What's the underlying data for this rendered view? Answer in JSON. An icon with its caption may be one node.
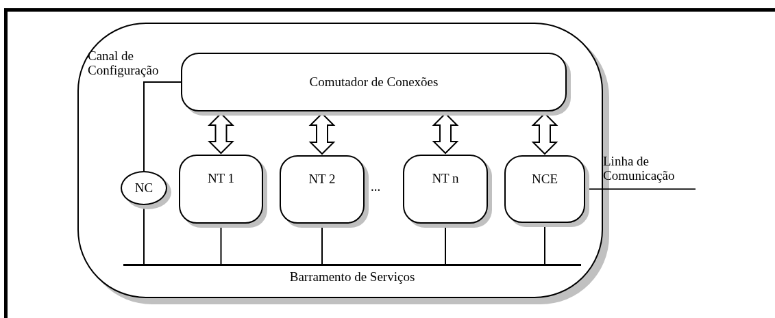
{
  "diagram": {
    "nodes": [
      {
        "text": [],
        "shape": "box"
      },
      {
        "text": [
          "Comutador de Conexões"
        ],
        "in": 0
      },
      {
        "text": [
          "NC"
        ],
        "in": 0
      },
      {
        "text": [
          "NT 1"
        ],
        "in": 0
      },
      {
        "text": [
          "NT 2"
        ],
        "in": 0
      },
      {
        "text": [
          "NT n"
        ],
        "in": 0
      },
      {
        "text": [
          "NCE"
        ],
        "in": 0
      },
      {
        "text": [],
        "shape": "bar",
        "in": 0,
        "beside": [
          "Barramento de Serviços"
        ]
      }
    ],
    "edges": [
      {
        "from": 1,
        "to": 3,
        "arrow": "both"
      },
      {
        "from": 1,
        "to": 4,
        "arrow": "both"
      },
      {
        "from": 1,
        "to": 5,
        "arrow": "both"
      },
      {
        "from": 1,
        "to": 6,
        "arrow": "both"
      },
      {
        "from": 2,
        "to": 1,
        "arrow": "none",
        "label": "Canal de Configuração"
      },
      {
        "from": 2,
        "to": 7,
        "arrow": "none"
      },
      {
        "from": 3,
        "to": 7,
        "arrow": "none"
      },
      {
        "from": 4,
        "to": 7,
        "arrow": "none"
      },
      {
        "from": 5,
        "to": 7,
        "arrow": "none"
      },
      {
        "from": 6,
        "to": 7,
        "arrow": "none"
      },
      {
        "from": 6,
        "to": null,
        "arrow": "none",
        "label": "Linha de Comunicação"
      }
    ],
    "labels": [
      "..."
    ]
  }
}
